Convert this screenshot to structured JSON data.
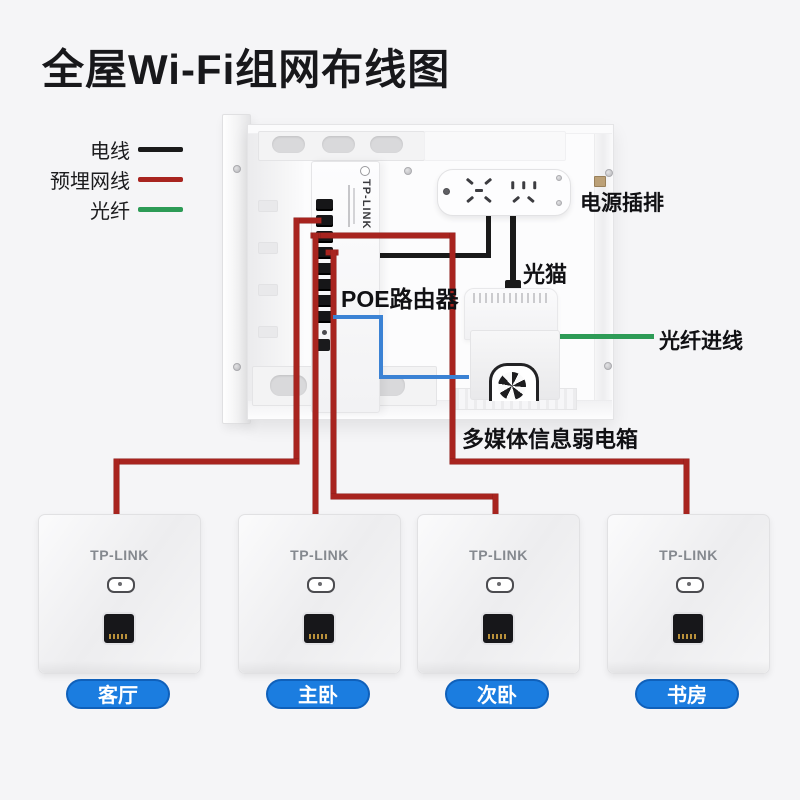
{
  "title": "全屋Wi-Fi组网布线图",
  "legend": [
    {
      "label": "电线",
      "color": "#1a1a1a"
    },
    {
      "label": "预埋网线",
      "color": "#a8241f"
    },
    {
      "label": "光纤",
      "color": "#2d9b56"
    }
  ],
  "box": {
    "router_brand": "TP-LINK",
    "labels": {
      "poe_router": "POE路由器",
      "power_strip": "电源插排",
      "optical_modem": "光猫",
      "fiber_inlet": "光纤进线",
      "box_name": "多媒体信息弱电箱"
    }
  },
  "panels": [
    {
      "brand": "TP-LINK",
      "room": "客厅"
    },
    {
      "brand": "TP-LINK",
      "room": "主卧"
    },
    {
      "brand": "TP-LINK",
      "room": "次卧"
    },
    {
      "brand": "TP-LINK",
      "room": "书房"
    }
  ],
  "colors": {
    "background": "#f5f5f7",
    "wire_electric": "#1a1a1a",
    "wire_embedded_network": "#a8241f",
    "wire_fiber": "#2d9b56",
    "wire_lan_patch_blue": "#3b82d4",
    "room_label_bg": "#1b7de0",
    "room_label_border": "#0f60ba"
  }
}
